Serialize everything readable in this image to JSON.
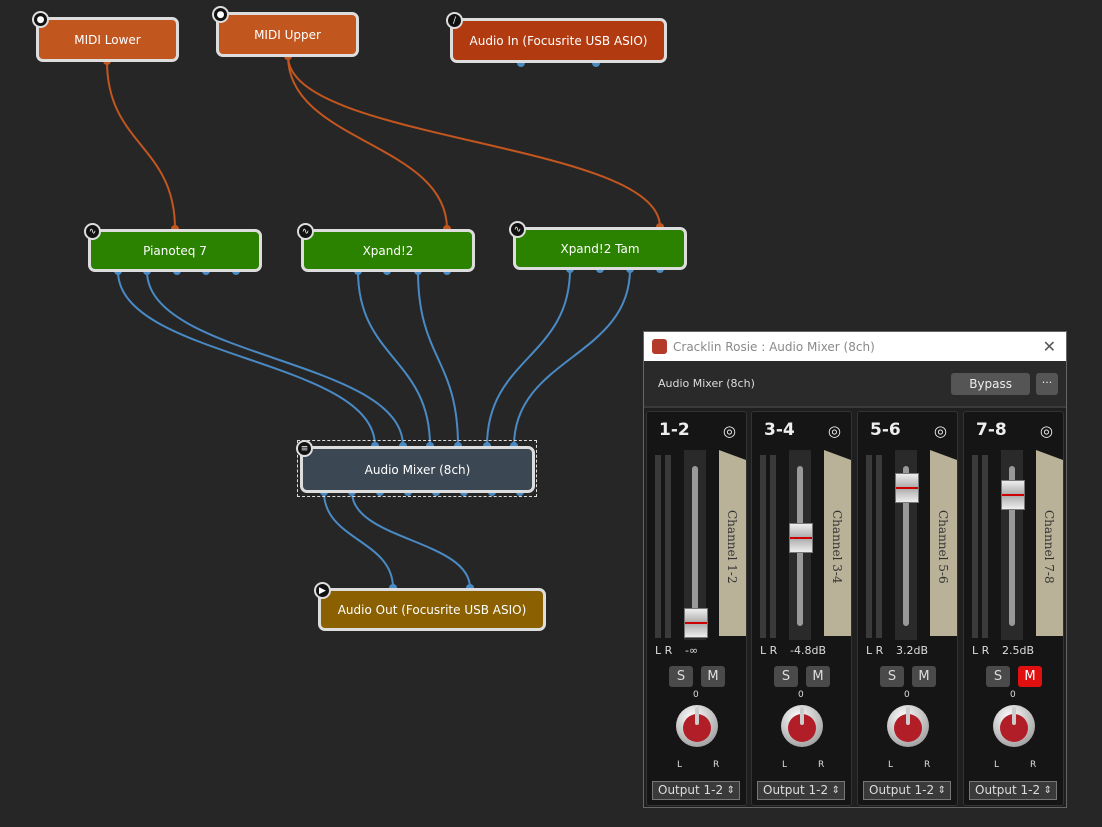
{
  "nodes": {
    "midi_lower": "MIDI Lower",
    "midi_upper": "MIDI Upper",
    "audio_in": "Audio In (Focusrite USB ASIO)",
    "pianoteq": "Pianoteq 7",
    "xpand": "Xpand!2",
    "xpand_tam": "Xpand!2 Tam",
    "mixer": "Audio Mixer (8ch)",
    "audio_out": "Audio Out (Focusrite USB ASIO)"
  },
  "window": {
    "title": "Cracklin Rosie : Audio Mixer (8ch)",
    "plugin": "Audio Mixer (8ch)",
    "bypass": "Bypass",
    "more": "···",
    "close": "✕"
  },
  "channels": [
    {
      "name": "1-2",
      "tape": "Channel 1-2",
      "db": "-∞",
      "fader": 0.02,
      "mute": false,
      "output": "Output 1-2"
    },
    {
      "name": "3-4",
      "tape": "Channel 3-4",
      "db": "-4.8dB",
      "fader": 0.55,
      "mute": false,
      "output": "Output 1-2"
    },
    {
      "name": "5-6",
      "tape": "Channel 5-6",
      "db": "3.2dB",
      "fader": 0.86,
      "mute": false,
      "output": "Output 1-2"
    },
    {
      "name": "7-8",
      "tape": "Channel 7-8",
      "db": "2.5dB",
      "fader": 0.82,
      "mute": true,
      "output": "Output 1-2"
    }
  ],
  "labels": {
    "lr": "L R",
    "solo": "S",
    "mute": "M",
    "zero": "0",
    "l": "L",
    "r": "R"
  },
  "colors": {
    "midi_wire": "#c2561f",
    "audio_wire": "#4a8ac4"
  }
}
